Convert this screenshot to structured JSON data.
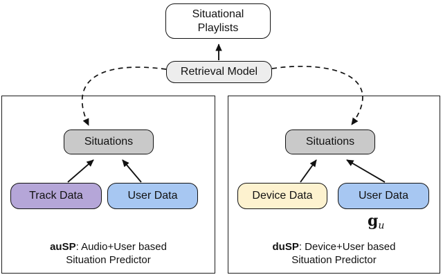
{
  "figure": {
    "output_label": "Situational Playlists",
    "retrieval_label": "Retrieval Model"
  },
  "panels": [
    {
      "situations_label": "Situations",
      "left_box_label": "Track Data",
      "right_box_label": "User Data",
      "caption_abbr": "auSP",
      "caption_rest": ": Audio+User based",
      "caption_line2": "Situation Predictor"
    },
    {
      "situations_label": "Situations",
      "left_box_label": "Device Data",
      "right_box_label": "User Data",
      "caption_abbr": "duSP",
      "caption_rest": ": Device+User based",
      "caption_line2": "Situation Predictor",
      "annotation_symbol": "g",
      "annotation_subscript": "u"
    }
  ],
  "colors": {
    "playlists_box": "#ffffff",
    "retrieval_box": "#ededed",
    "situations_box": "#c9c9c9",
    "track_data_box": "#b5a6d8",
    "user_data_box": "#a7c7f2",
    "device_data_box": "#fdf2cf",
    "border": "#111111"
  }
}
